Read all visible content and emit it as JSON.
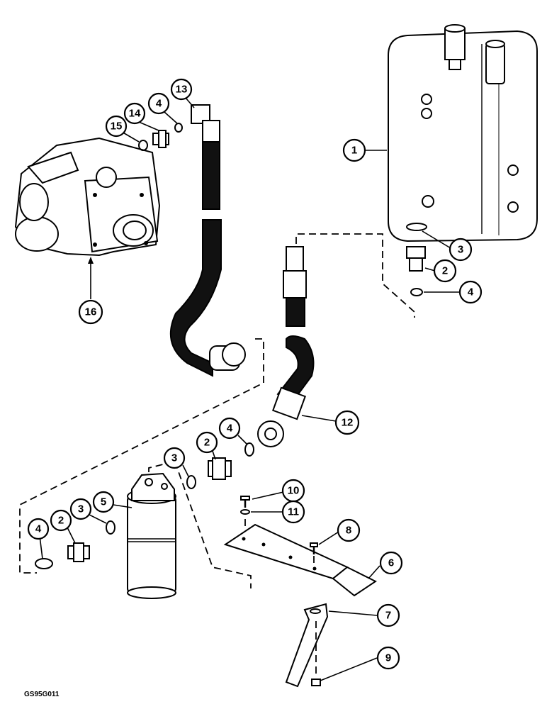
{
  "drawing_code": "GS95G011",
  "callouts": [
    {
      "label": "1"
    },
    {
      "label": "2"
    },
    {
      "label": "3"
    },
    {
      "label": "4"
    },
    {
      "label": "12"
    },
    {
      "label": "4"
    },
    {
      "label": "2"
    },
    {
      "label": "3"
    },
    {
      "label": "5"
    },
    {
      "label": "3"
    },
    {
      "label": "2"
    },
    {
      "label": "4"
    },
    {
      "label": "10"
    },
    {
      "label": "11"
    },
    {
      "label": "8"
    },
    {
      "label": "6"
    },
    {
      "label": "7"
    },
    {
      "label": "9"
    },
    {
      "label": "13"
    },
    {
      "label": "4"
    },
    {
      "label": "14"
    },
    {
      "label": "15"
    },
    {
      "label": "16"
    }
  ]
}
